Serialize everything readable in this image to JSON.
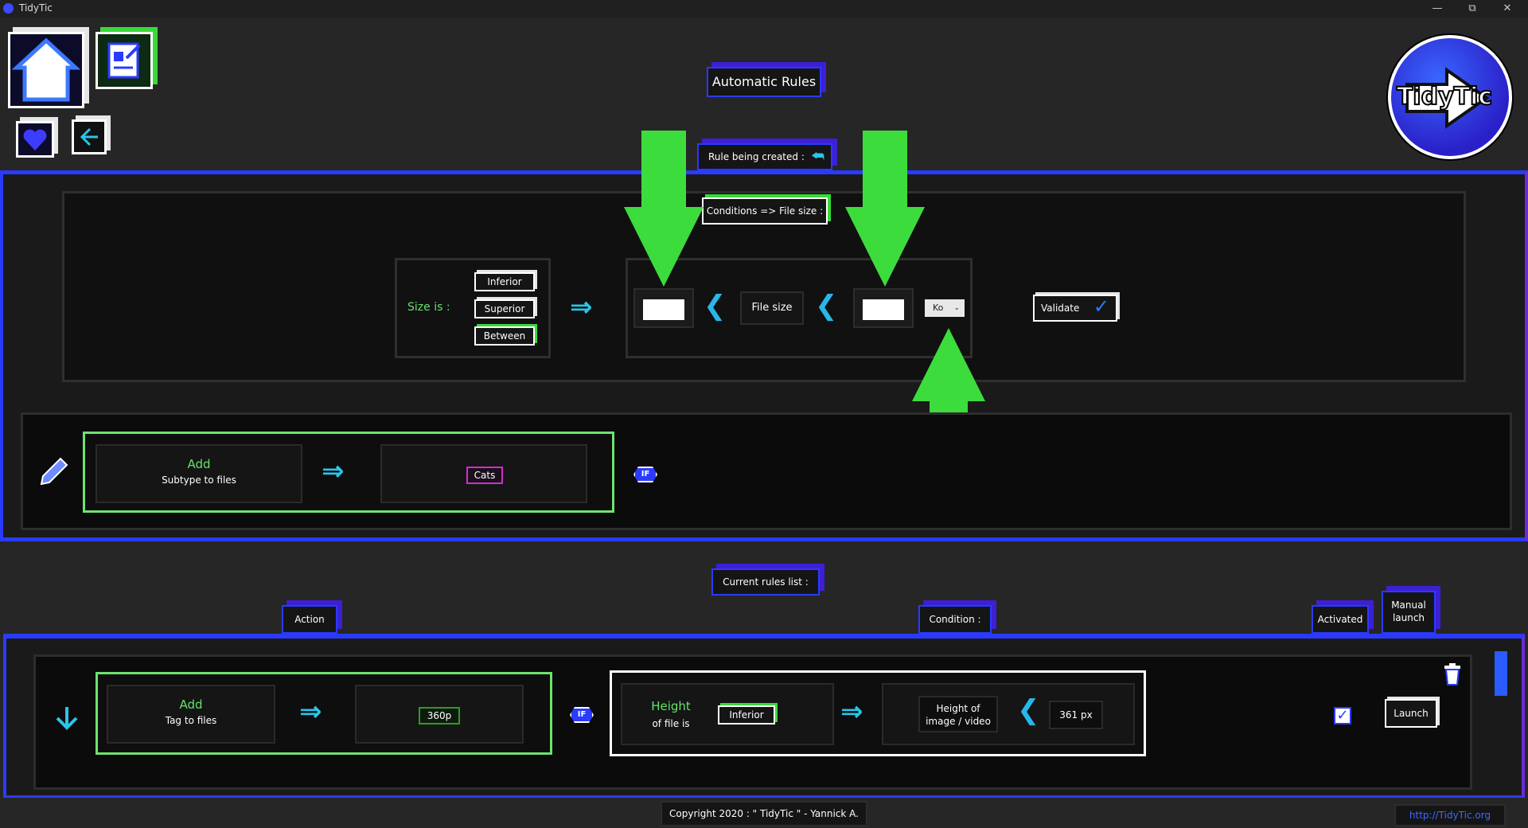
{
  "window": {
    "title": "TidyTic"
  },
  "header": {
    "page_title": "Automatic Rules",
    "logo_text": "TidyTic"
  },
  "rule_creation": {
    "section_label": "Rule being created :",
    "conditions_label": "Conditions => File size :",
    "size_is_label": "Size is :",
    "options": [
      "Inferior",
      "Superior",
      "Between"
    ],
    "file_size_label": "File size",
    "min_value": "",
    "max_value": "",
    "unit_selected": "Ko",
    "validate_label": "Validate",
    "action": {
      "verb": "Add",
      "target": "Subtype to files",
      "value": "Cats"
    },
    "if_label": "IF"
  },
  "rules_list": {
    "section_label": "Current rules list :",
    "col_action": "Action",
    "col_condition": "Condition :",
    "col_activated": "Activated",
    "col_manual_launch": "Manual launch",
    "rows": [
      {
        "action_verb": "Add",
        "action_target": "Tag to files",
        "action_value": "360p",
        "if_label": "IF",
        "condition_subject_title": "Height",
        "condition_subject_sub": "of file is",
        "condition_operator": "Inferior",
        "condition_field": "Height of image / video",
        "condition_value": "361 px",
        "activated": true,
        "launch_label": "Launch"
      }
    ]
  },
  "footer": {
    "copyright": "Copyright 2020 : \" TidyTic \" - Yannick A.",
    "url": "http://TidyTic.org"
  },
  "colors": {
    "accent_blue": "#2a3bff",
    "accent_purple": "#6b2bd9",
    "green": "#3ddc3d",
    "cyan": "#29c6e8"
  }
}
